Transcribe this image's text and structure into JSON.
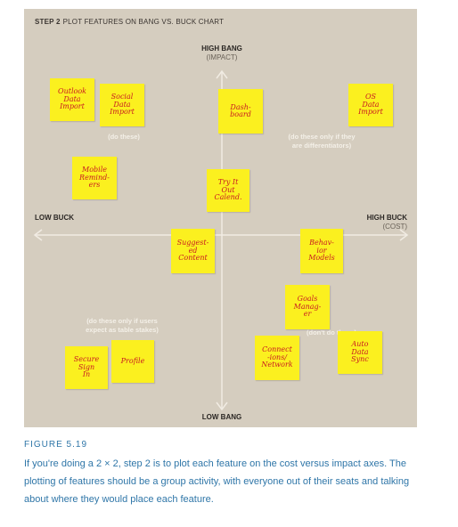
{
  "figure": {
    "step": "STEP 2",
    "title": "PLOT FEATURES ON BANG VS. BUCK CHART",
    "axes": {
      "top": "HIGH BANG",
      "top_sub": "(IMPACT)",
      "bottom": "LOW BANG",
      "left": "LOW BUCK",
      "right": "HIGH BUCK",
      "right_sub": "(COST)"
    },
    "zones": {
      "top_left": "(do these)",
      "top_right": "(do these only if they\nare differentiators)",
      "bottom_left": "(do these only if users\nexpect as table stakes)",
      "bottom_right": "(don't do these)"
    },
    "sticky_color": "#fbf01f",
    "ink_color": "#c81c22",
    "features": [
      {
        "id": "outlook",
        "text": "Outlook\nData\nImport"
      },
      {
        "id": "social",
        "text": "Social\nData\nImport"
      },
      {
        "id": "dashboard",
        "text": "Dash-\nboard"
      },
      {
        "id": "os",
        "text": "OS\nData\nImport"
      },
      {
        "id": "mobile",
        "text": "Mobile\nRemind-\ners"
      },
      {
        "id": "tryit",
        "text": "Try It\nOut\nCalend."
      },
      {
        "id": "suggested",
        "text": "Suggest-\ned\nContent"
      },
      {
        "id": "behavior",
        "text": "Behav-\nior\nModels"
      },
      {
        "id": "goals",
        "text": "Goals\nManag-\ner"
      },
      {
        "id": "secure",
        "text": "Secure\nSign\nIn"
      },
      {
        "id": "profile",
        "text": "Profile"
      },
      {
        "id": "connections",
        "text": "Connect\n-ions/\nNetwork"
      },
      {
        "id": "autosync",
        "text": "Auto\nData\nSync"
      }
    ]
  },
  "caption": {
    "label": "FIGURE 5.19",
    "text": "If you're doing a 2 × 2, step 2 is to plot each feature on the cost versus impact axes. The plotting of features should be a group activity, with everyone out of their seats and talking about where they would place each feature."
  }
}
